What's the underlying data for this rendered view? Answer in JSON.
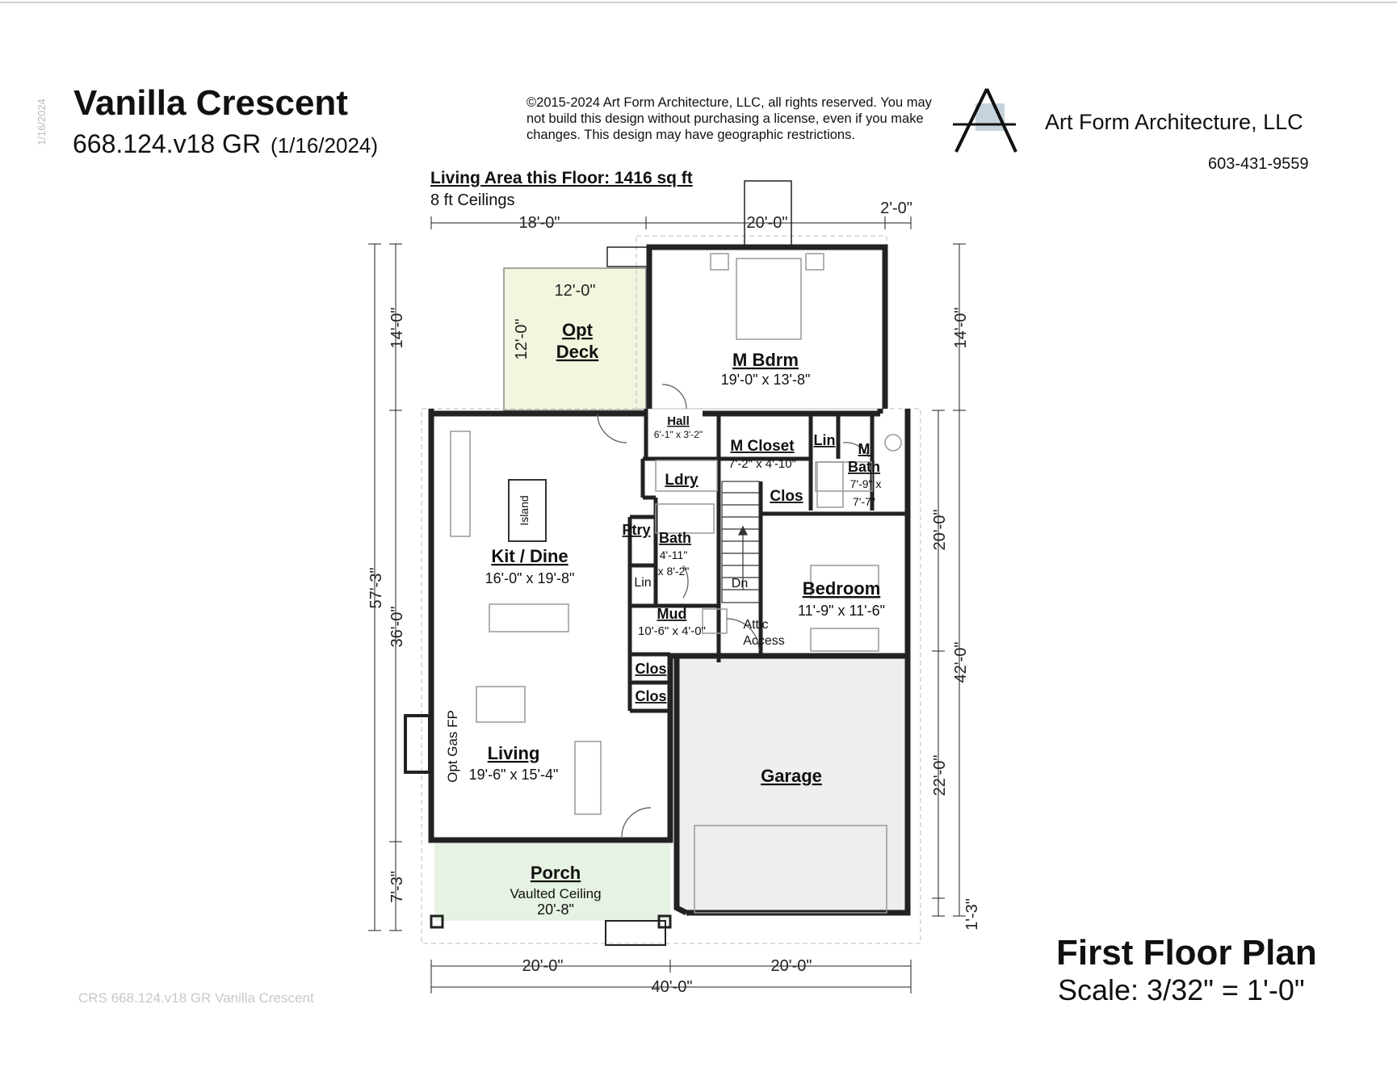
{
  "header": {
    "title": "Vanilla Crescent",
    "plan_code": "668.124.v18 GR",
    "plan_date": "(1/16/2024)",
    "vertical_date": "1/16/2024",
    "copyright": "©2015-2024 Art Form Architecture, LLC, all rights reserved. You may not build this design without purchasing a license, even if you make changes. This design may have geographic restrictions.",
    "firm_name": "Art Form Architecture, LLC",
    "phone": "603-431-9559"
  },
  "plan_info": {
    "living_area": "Living Area this Floor: 1416 sq ft",
    "ceilings": "8 ft Ceilings"
  },
  "rooms": {
    "opt_deck_1": "Opt",
    "opt_deck_2": "Deck",
    "m_bdrm": "M Bdrm",
    "m_bdrm_size": "19'-0\" x 13'-8\"",
    "hall": "Hall",
    "hall_size": "6'-1\" x 3'-2\"",
    "m_closet": "M Closet",
    "m_closet_size": "7'-2\" x 4'-10\"",
    "lin_top": "Lin",
    "m_bath_1": "M",
    "m_bath_2": "Bath",
    "m_bath_size_1": "7'-9\" x",
    "m_bath_size_2": "7'-7\"",
    "ldry": "Ldry",
    "clos_upper": "Clos",
    "island": "Island",
    "kit_dine": "Kit / Dine",
    "kit_dine_size": "16'-0\" x 19'-8\"",
    "ptry": "Ptry",
    "bath": "Bath",
    "bath_size_1": "4'-11\"",
    "bath_size_2": "x 8'-2\"",
    "lin_mid": "Lin",
    "dn": "Dn",
    "bedroom": "Bedroom",
    "bedroom_size": "11'-9\" x 11'-6\"",
    "mud": "Mud",
    "mud_size": "10'-6\" x 4'-0\"",
    "attic_1": "Attic",
    "attic_2": "Access",
    "clos_a": "Clos",
    "clos_b": "Clos",
    "opt_gas_fp": "Opt Gas FP",
    "living": "Living",
    "living_size": "19'-6\" x 15'-4\"",
    "garage": "Garage",
    "porch": "Porch",
    "porch_note": "Vaulted Ceiling",
    "porch_dim": "20'-8\""
  },
  "dimensions": {
    "top_left": "18'-0\"",
    "top_mid": "20'-0\"",
    "top_right": "2'-0\"",
    "deck_w": "12'-0\"",
    "deck_d": "12'-0\"",
    "left_14": "14'-0\"",
    "left_57": "57'-3\"",
    "left_36": "36'-0\"",
    "left_7": "7'-3\"",
    "right_14": "14'-0\"",
    "right_20": "20'-0\"",
    "right_42": "42'-0\"",
    "right_22": "22'-0\"",
    "right_1": "1'-3\"",
    "bottom_left": "20'-0\"",
    "bottom_right": "20'-0\"",
    "bottom_total": "40'-0\""
  },
  "footer": {
    "note": "CRS 668.124.v18 GR Vanilla Crescent",
    "plan_title": "First Floor Plan",
    "scale": "Scale: 3/32\" = 1'-0\""
  },
  "colors": {
    "deck_fill": "#f4f5df",
    "porch_fill": "#e6f2e3",
    "garage_fill": "#f0eeed",
    "wall": "#222222",
    "logo_square": "#c5d3dc"
  }
}
